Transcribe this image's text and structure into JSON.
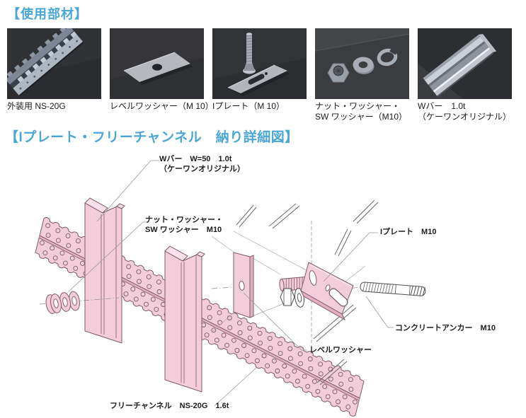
{
  "headings": {
    "parts": "【使用部材】",
    "diagram": "【Iプレート・フリーチャンネル　納り詳細図】"
  },
  "colors": {
    "heading_blue": "#4aa6d6",
    "text": "#1c1c1c",
    "pink": "#f3cdda",
    "pink_light": "#f9e0ea",
    "pink_dark": "#e4afc4",
    "edge": "#7d5a68",
    "metal_stroke": "#4f4f4f",
    "leader": "#999999",
    "construction": "#a8a8a8",
    "hatch": "#6a6a6a",
    "photo_bg": "#2b2c2f"
  },
  "parts": [
    {
      "icon": "free-channel-photo",
      "caption1": "外装用 NS-20G"
    },
    {
      "icon": "level-washer-photo",
      "caption1": "レベルワッシャー（M 10）"
    },
    {
      "icon": "i-plate-photo",
      "caption1": "Iプレート（M 10）"
    },
    {
      "icon": "nut-washer-set-photo",
      "caption1": "ナット・ワッシャー・",
      "caption2": "SW ワッシャー（M10）"
    },
    {
      "icon": "w-bar-photo",
      "caption1": "Wバー　1.0t",
      "caption2": "（ケーワンオリジナル）"
    }
  ],
  "diagram_labels": {
    "wbar": {
      "line1": "Wバー　W=50　1.0t",
      "line2": "（ケーワンオリジナル）"
    },
    "nut": {
      "line1": "ナット・ワッシャー・",
      "line2": "SW ワッシャー　M10"
    },
    "iplate": {
      "line1": "Iプレート　M10"
    },
    "anchor": {
      "line1": "コンクリートアンカー　M10"
    },
    "level_washer": {
      "line1": "レベルワッシャー"
    },
    "free_channel": {
      "line1": "フリーチャンネル　NS-20G　1.6t"
    }
  }
}
